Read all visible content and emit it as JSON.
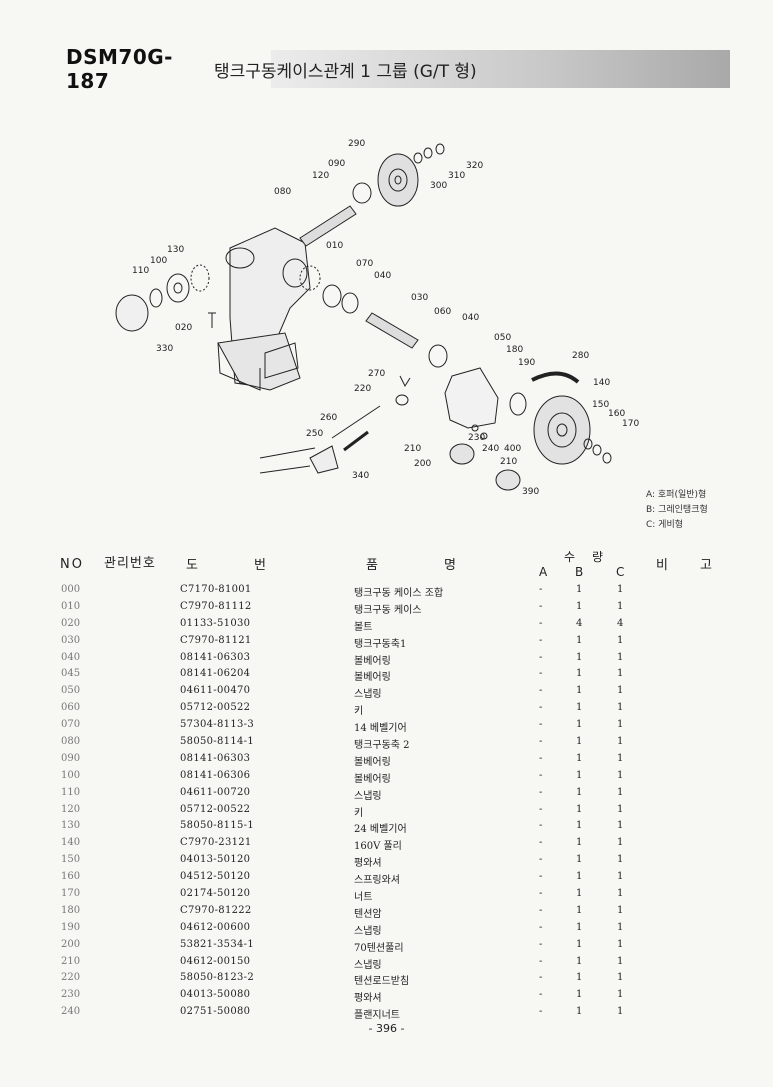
{
  "header": {
    "model": "DSM70G-187",
    "title": "탱크구동케이스관계 1 그룹 (G/T 형)"
  },
  "diagram": {
    "callouts": [
      "290",
      "090",
      "120",
      "080",
      "010",
      "130",
      "100",
      "110",
      "020",
      "330",
      "070",
      "040",
      "030",
      "060",
      "040",
      "050",
      "180",
      "190",
      "280",
      "140",
      "270",
      "220",
      "260",
      "250",
      "150",
      "160",
      "170",
      "230",
      "240",
      "400",
      "210",
      "200",
      "210",
      "340",
      "390",
      "300",
      "310",
      "320"
    ]
  },
  "legend": {
    "a": "A: 호퍼(일반)형",
    "b": "B: 그레인탱크형",
    "c": "C: 게비형"
  },
  "table": {
    "headers": {
      "no": "NO",
      "mgmt": "관리번호",
      "do": "도",
      "beon": "번",
      "pum": "품",
      "myeong": "명",
      "su": "수",
      "ryang": "량",
      "a": "A",
      "b": "B",
      "c": "C",
      "bi": "비",
      "go": "고"
    },
    "rows": [
      {
        "no": "000",
        "part": "C7170-81001",
        "name": "탱크구동 케이스 조합",
        "a": "-",
        "b": "1",
        "c": "1"
      },
      {
        "no": "010",
        "part": "C7970-81112",
        "name": "탱크구동 케이스",
        "a": "-",
        "b": "1",
        "c": "1"
      },
      {
        "no": "020",
        "part": "01133-51030",
        "name": "볼트",
        "a": "-",
        "b": "4",
        "c": "4"
      },
      {
        "no": "030",
        "part": "C7970-81121",
        "name": "탱크구동축1",
        "a": "-",
        "b": "1",
        "c": "1"
      },
      {
        "no": "040",
        "part": "08141-06303",
        "name": "볼베어링",
        "a": "-",
        "b": "1",
        "c": "1"
      },
      {
        "no": "045",
        "part": "08141-06204",
        "name": "볼베어링",
        "a": "-",
        "b": "1",
        "c": "1"
      },
      {
        "no": "050",
        "part": "04611-00470",
        "name": "스냅링",
        "a": "-",
        "b": "1",
        "c": "1"
      },
      {
        "no": "060",
        "part": "05712-00522",
        "name": "키",
        "a": "-",
        "b": "1",
        "c": "1"
      },
      {
        "no": "070",
        "part": "57304-8113-3",
        "name": "14 베벨기어",
        "a": "-",
        "b": "1",
        "c": "1"
      },
      {
        "no": "080",
        "part": "58050-8114-1",
        "name": "탱크구동축 2",
        "a": "-",
        "b": "1",
        "c": "1"
      },
      {
        "no": "090",
        "part": "08141-06303",
        "name": "볼베어링",
        "a": "-",
        "b": "1",
        "c": "1"
      },
      {
        "no": "100",
        "part": "08141-06306",
        "name": "볼베어링",
        "a": "-",
        "b": "1",
        "c": "1"
      },
      {
        "no": "110",
        "part": "04611-00720",
        "name": "스냅링",
        "a": "-",
        "b": "1",
        "c": "1"
      },
      {
        "no": "120",
        "part": "05712-00522",
        "name": "키",
        "a": "-",
        "b": "1",
        "c": "1"
      },
      {
        "no": "130",
        "part": "58050-8115-1",
        "name": "24 베벨기어",
        "a": "-",
        "b": "1",
        "c": "1"
      },
      {
        "no": "140",
        "part": "C7970-23121",
        "name": "160V 풀리",
        "a": "-",
        "b": "1",
        "c": "1"
      },
      {
        "no": "150",
        "part": "04013-50120",
        "name": "평와셔",
        "a": "-",
        "b": "1",
        "c": "1"
      },
      {
        "no": "160",
        "part": "04512-50120",
        "name": "스프링와셔",
        "a": "-",
        "b": "1",
        "c": "1"
      },
      {
        "no": "170",
        "part": "02174-50120",
        "name": "너트",
        "a": "-",
        "b": "1",
        "c": "1"
      },
      {
        "no": "180",
        "part": "C7970-81222",
        "name": "텐션암",
        "a": "-",
        "b": "1",
        "c": "1"
      },
      {
        "no": "190",
        "part": "04612-00600",
        "name": "스냅링",
        "a": "-",
        "b": "1",
        "c": "1"
      },
      {
        "no": "200",
        "part": "53821-3534-1",
        "name": "70텐션풀리",
        "a": "-",
        "b": "1",
        "c": "1"
      },
      {
        "no": "210",
        "part": "04612-00150",
        "name": "스냅링",
        "a": "-",
        "b": "1",
        "c": "1"
      },
      {
        "no": "220",
        "part": "58050-8123-2",
        "name": "텐션로드받침",
        "a": "-",
        "b": "1",
        "c": "1"
      },
      {
        "no": "230",
        "part": "04013-50080",
        "name": "평와셔",
        "a": "-",
        "b": "1",
        "c": "1"
      },
      {
        "no": "240",
        "part": "02751-50080",
        "name": "플랜지너트",
        "a": "-",
        "b": "1",
        "c": "1"
      }
    ]
  },
  "page": {
    "number": "- 396 -"
  }
}
